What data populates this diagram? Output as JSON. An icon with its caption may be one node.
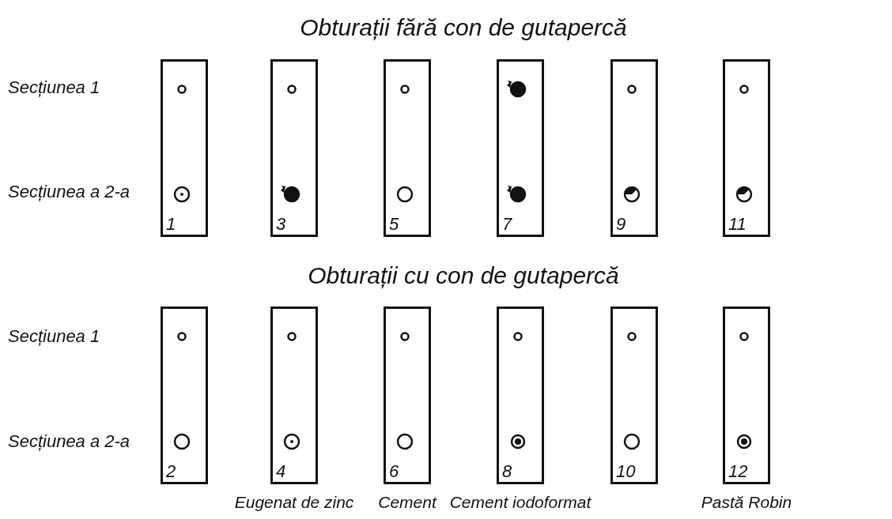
{
  "diagram": {
    "nodes": [
      {
        "text": [
          "1"
        ]
      },
      {
        "text": [
          "3"
        ]
      },
      {
        "text": [
          "5"
        ]
      },
      {
        "text": [
          "7"
        ]
      },
      {
        "text": [
          "9"
        ]
      },
      {
        "text": [
          "11"
        ]
      },
      {
        "text": [
          "2"
        ]
      },
      {
        "text": [
          "4"
        ]
      },
      {
        "text": [
          "6"
        ]
      },
      {
        "text": [
          "8"
        ]
      },
      {
        "text": [
          "10"
        ]
      },
      {
        "text": [
          "12"
        ]
      }
    ],
    "labels": [
      "Obturații fără con de gutapercă",
      "Secțiunea 1",
      "Secțiunea a 2-a",
      "Obturații cu con de gutapercă",
      "Secțiunea 1",
      "Secțiunea a 2-a",
      "Eugenat de zinc",
      "Cement",
      "Cement iodoformat",
      "Pastă Robin"
    ]
  }
}
